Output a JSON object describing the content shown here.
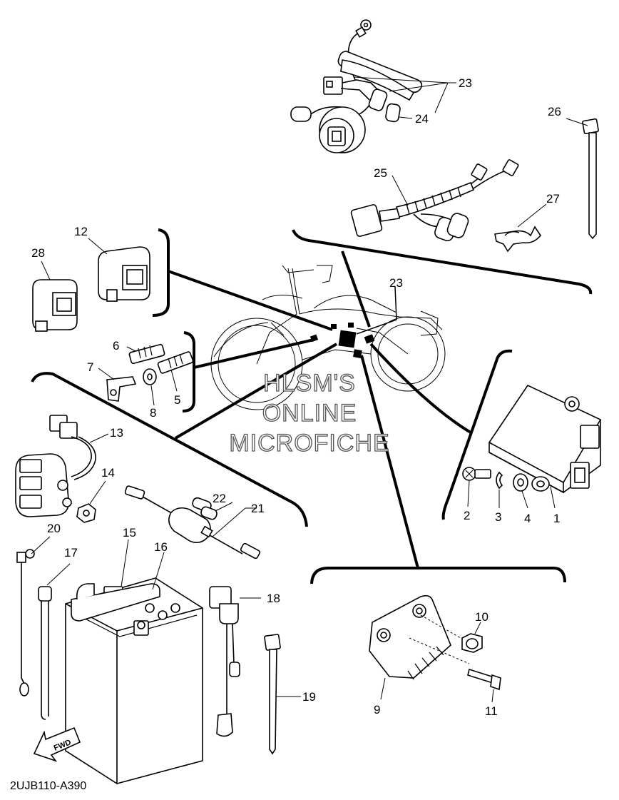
{
  "callouts": {
    "c1": "1",
    "c2": "2",
    "c3": "3",
    "c4": "4",
    "c5": "5",
    "c6": "6",
    "c7": "7",
    "c8": "8",
    "c9": "9",
    "c10": "10",
    "c11": "11",
    "c12": "12",
    "c13": "13",
    "c14": "14",
    "c15": "15",
    "c16": "16",
    "c17": "17",
    "c18": "18",
    "c19": "19",
    "c20": "20",
    "c21": "21",
    "c22": "22",
    "c23a": "23",
    "c23b": "23",
    "c24": "24",
    "c25": "25",
    "c26": "26",
    "c27": "27",
    "c28": "28"
  },
  "watermark": {
    "line1": "HLSM'S",
    "line2": "ONLINE",
    "line3": "MICROFICHE"
  },
  "drawing_code": "2UJB110-A390",
  "fwd_label": "FWD"
}
